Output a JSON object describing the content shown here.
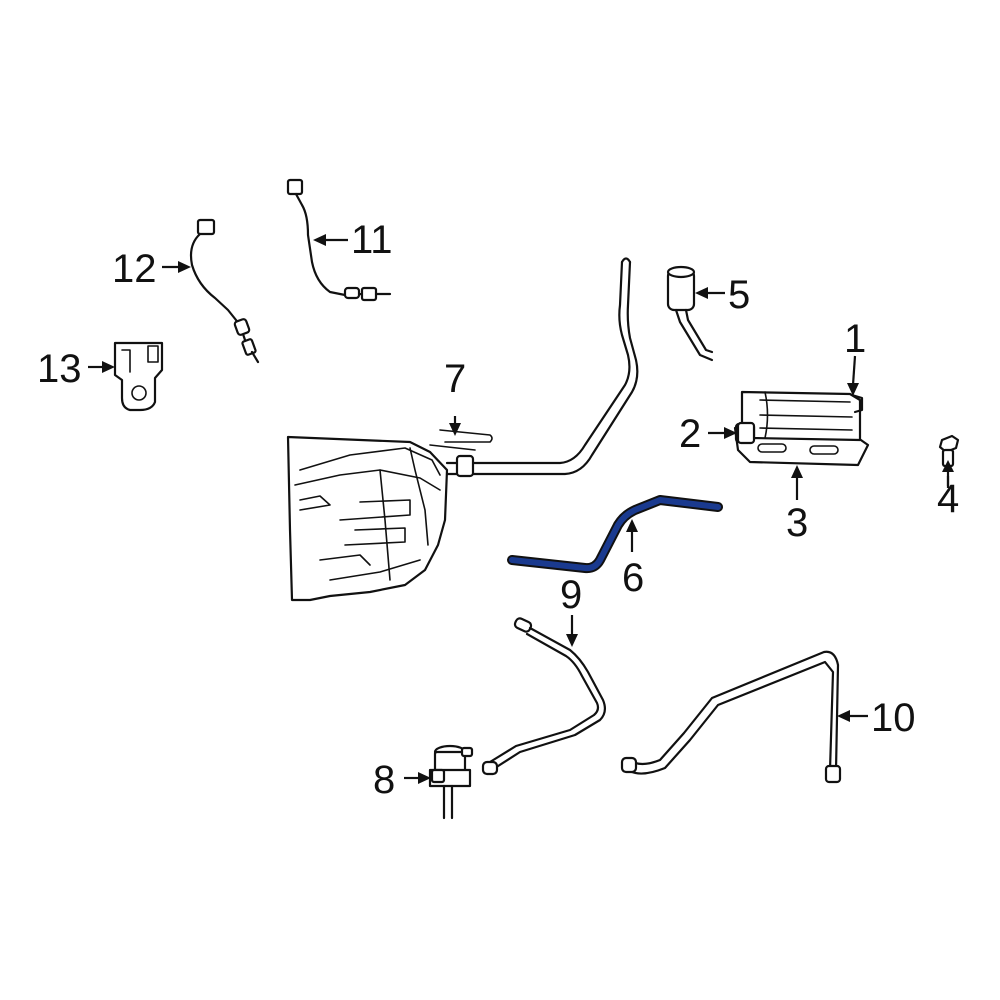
{
  "diagram": {
    "highlight_color": "#1a3a8f",
    "callouts": [
      {
        "id": "1",
        "label": "1",
        "part": "mounting-bracket"
      },
      {
        "id": "2",
        "label": "2",
        "part": "vent-valve"
      },
      {
        "id": "3",
        "label": "3",
        "part": "vapor-canister"
      },
      {
        "id": "4",
        "label": "4",
        "part": "fastener-bolt"
      },
      {
        "id": "5",
        "label": "5",
        "part": "filter"
      },
      {
        "id": "6",
        "label": "6",
        "part": "vent-hose"
      },
      {
        "id": "7",
        "label": "7",
        "part": "tank-connector"
      },
      {
        "id": "8",
        "label": "8",
        "part": "purge-solenoid"
      },
      {
        "id": "9",
        "label": "9",
        "part": "purge-line"
      },
      {
        "id": "10",
        "label": "10",
        "part": "vapor-line"
      },
      {
        "id": "11",
        "label": "11",
        "part": "upstream-oxygen-sensor"
      },
      {
        "id": "12",
        "label": "12",
        "part": "downstream-oxygen-sensor"
      },
      {
        "id": "13",
        "label": "13",
        "part": "sensor-bracket"
      }
    ]
  }
}
